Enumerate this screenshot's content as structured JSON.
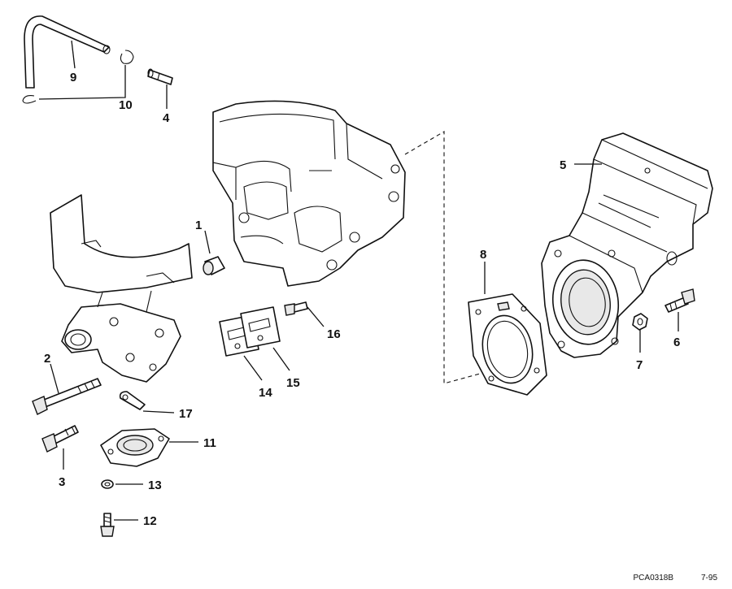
{
  "callouts": {
    "c1": "1",
    "c2": "2",
    "c3": "3",
    "c4": "4",
    "c5": "5",
    "c6": "6",
    "c7": "7",
    "c8": "8",
    "c9": "9",
    "c10": "10",
    "c11": "11",
    "c12": "12",
    "c13": "13",
    "c14": "14",
    "c15": "15",
    "c16": "16",
    "c17": "17"
  },
  "footer": {
    "code": "PCA0318B",
    "date": "7-95"
  }
}
